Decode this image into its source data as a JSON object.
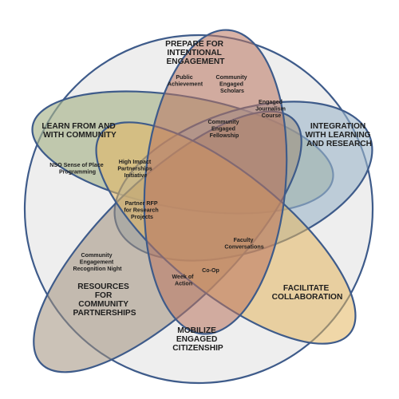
{
  "diagram": {
    "outer": {
      "label": [
        "MOBILIZE",
        "ENGAGED",
        "CITIZENSHIP"
      ],
      "fill": "#eeeeee",
      "stroke": "#3e5b8a"
    },
    "sets": [
      {
        "id": "learn",
        "label": [
          "LEARN FROM AND",
          "WITH COMMUNITY"
        ],
        "fill": "#a7b38a",
        "stroke": "#3e5b8a"
      },
      {
        "id": "integration",
        "label": [
          "INTEGRATION",
          "WITH LEARNING",
          "AND RESEARCH"
        ],
        "fill": "#9cb6c9",
        "stroke": "#3e5b8a"
      },
      {
        "id": "resources",
        "label": [
          "RESOURCES",
          "FOR",
          "COMMUNITY",
          "PARTNERSHIPS"
        ],
        "fill": "#a08f7b",
        "stroke": "#3e5b8a"
      },
      {
        "id": "facilitate",
        "label": [
          "FACILITATE",
          "COLLABORATION"
        ],
        "fill": "#e3b760",
        "stroke": "#3e5b8a"
      },
      {
        "id": "prepare",
        "label": [
          "PREPARE FOR",
          "INTENTIONAL",
          "ENGAGEMENT"
        ],
        "fill": "#b9745f",
        "stroke": "#3e5b8a"
      }
    ],
    "items": [
      {
        "id": "public-achievement",
        "lines": [
          "Public",
          "Achievement"
        ]
      },
      {
        "id": "community-engaged-scholars",
        "lines": [
          "Community",
          "Engaged",
          "Scholars"
        ]
      },
      {
        "id": "engaged-journalism-course",
        "lines": [
          "Engaged",
          "Journalism",
          "Course"
        ]
      },
      {
        "id": "community-engaged-fellowship",
        "lines": [
          "Community",
          "Engaged",
          "Fellowship"
        ]
      },
      {
        "id": "nso-sense-of-place",
        "lines": [
          "NSO Sense of Place",
          "Programming"
        ]
      },
      {
        "id": "high-impact-partnerships",
        "lines": [
          "High Impact",
          "Partnerships",
          "Initiative"
        ]
      },
      {
        "id": "partner-rfp",
        "lines": [
          "Partner RFP",
          "for Research",
          "Projects"
        ]
      },
      {
        "id": "faculty-conversations",
        "lines": [
          "Faculty",
          "Conversations"
        ]
      },
      {
        "id": "co-op",
        "lines": [
          "Co-Op"
        ]
      },
      {
        "id": "week-of-action",
        "lines": [
          "Week of",
          "Action"
        ]
      },
      {
        "id": "community-engagement-recognition",
        "lines": [
          "Community",
          "Engagement",
          "Recognition Night"
        ]
      }
    ]
  }
}
